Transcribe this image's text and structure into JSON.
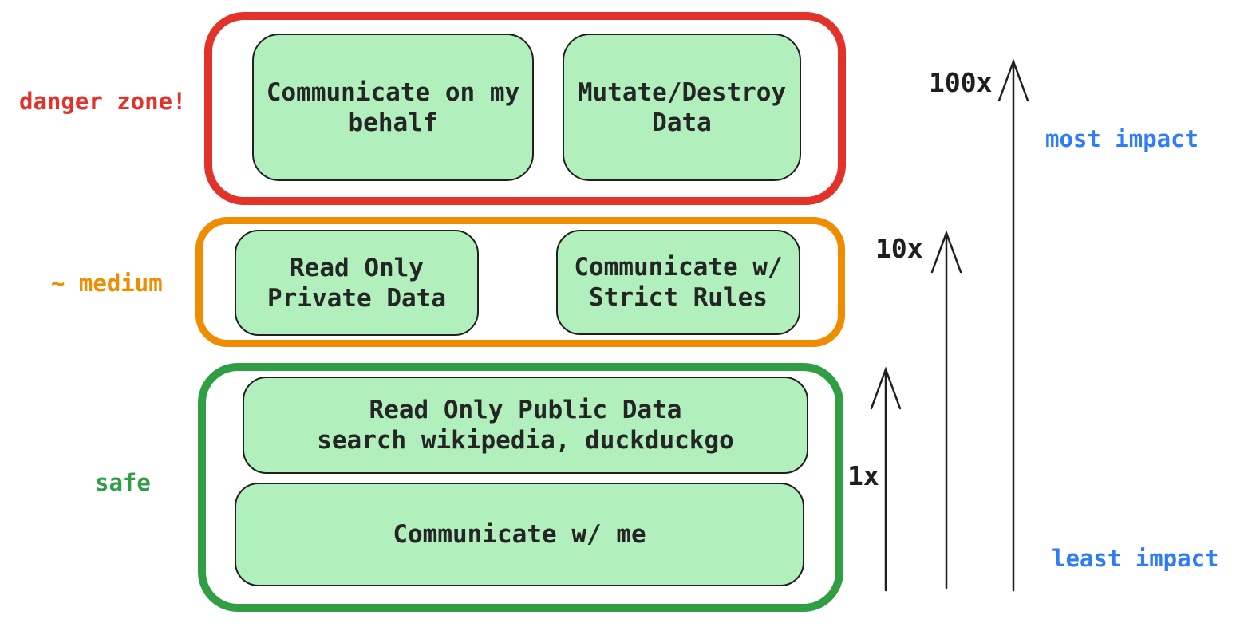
{
  "diagram": {
    "zones": [
      {
        "name": "danger",
        "label": "danger zone!",
        "color": "#e23229",
        "boxes": [
          {
            "text": "Communicate on my\nbehalf"
          },
          {
            "text": "Mutate/Destroy\nData"
          }
        ]
      },
      {
        "name": "medium",
        "label": "~ medium",
        "color": "#f08c00",
        "boxes": [
          {
            "text": "Read Only\nPrivate Data"
          },
          {
            "text": "Communicate w/\nStrict Rules"
          }
        ]
      },
      {
        "name": "safe",
        "label": "safe",
        "color": "#2f9e44",
        "boxes": [
          {
            "text": "Read Only Public Data\nsearch wikipedia, duckduckgo"
          },
          {
            "text": "Communicate w/ me"
          }
        ]
      }
    ],
    "impact_scale": {
      "arrow_labels": [
        "100x",
        "10x",
        "1x"
      ],
      "top_label": "most impact",
      "bottom_label": "least impact",
      "text_color": "#2e7cf6"
    },
    "colors": {
      "box_fill": "#b1f0bc",
      "box_border": "#1f1f1f",
      "danger_border": "#e23229",
      "medium_border": "#f08c00",
      "safe_border": "#2f9e44"
    }
  }
}
